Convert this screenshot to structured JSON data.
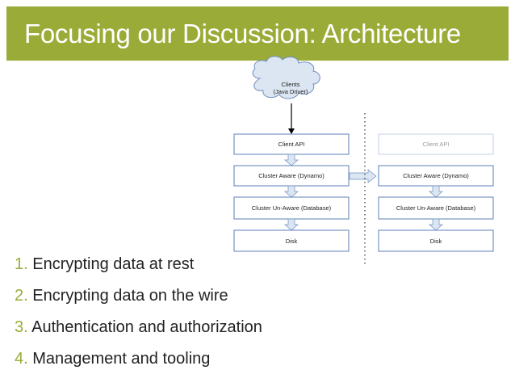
{
  "slide": {
    "title": "Focusing our Discussion: Architecture"
  },
  "diagram": {
    "clients_line1": "Clients",
    "clients_line2": "(Java Driver)",
    "left_stack": [
      "Client API",
      "Cluster Aware (Dynamo)",
      "Cluster Un-Aware (Database)",
      "Disk"
    ],
    "right_stack": [
      "Client API",
      "Cluster Aware (Dynamo)",
      "Cluster Un-Aware (Database)",
      "Disk"
    ]
  },
  "bullets": [
    {
      "num": "1.",
      "text": "Encrypting data at rest"
    },
    {
      "num": "2.",
      "text": "Encrypting data on the wire"
    },
    {
      "num": "3.",
      "text": "Authentication and authorization"
    },
    {
      "num": "4.",
      "text": "Management and tooling"
    }
  ],
  "colors": {
    "accent": "#9aab37",
    "box_border": "#5b7fb8",
    "arrow_fill": "#dce6f2"
  }
}
